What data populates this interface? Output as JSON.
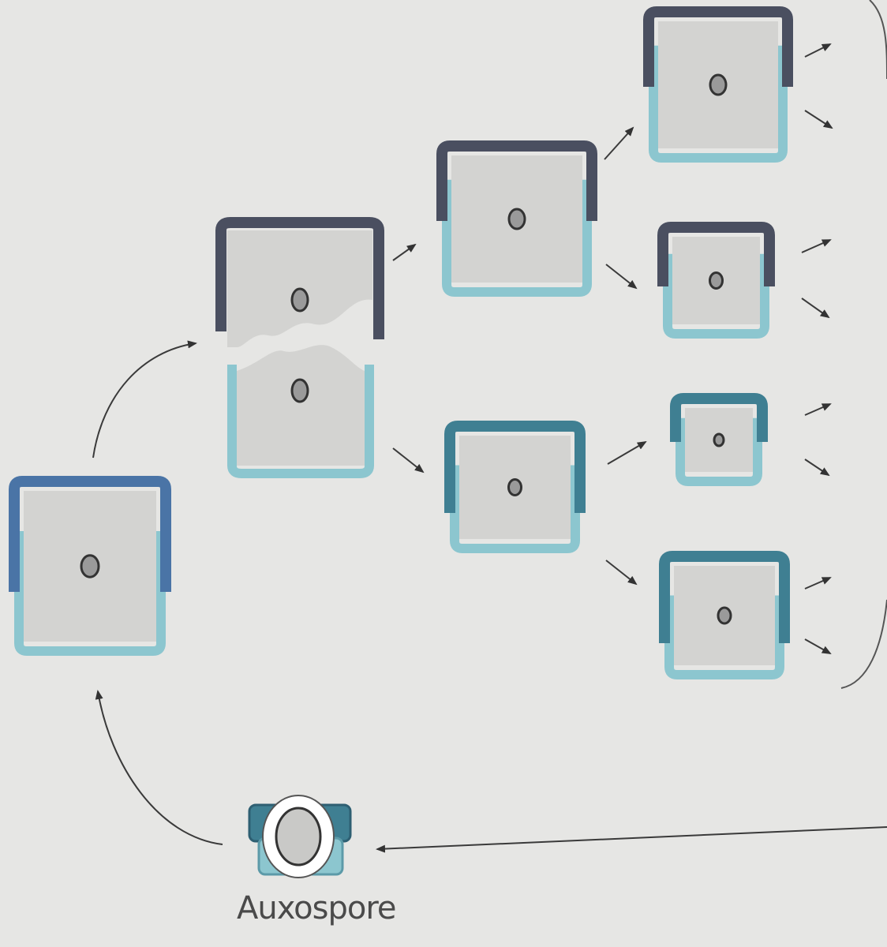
{
  "diagram": {
    "label_auxospore": "Auxospore",
    "colors": {
      "background": "#e6e6e4",
      "epitheca_dark": "#4a4f60",
      "epitheca_blue": "#4a74a6",
      "epitheca_mid": "#3f7f92",
      "hypotheca_light": "#8cc6cf",
      "protoplast": "#d3d3d1",
      "arrow": "#333333"
    },
    "icons": [
      "diatom-cell",
      "nucleus",
      "arrow",
      "auxospore-icon"
    ]
  }
}
